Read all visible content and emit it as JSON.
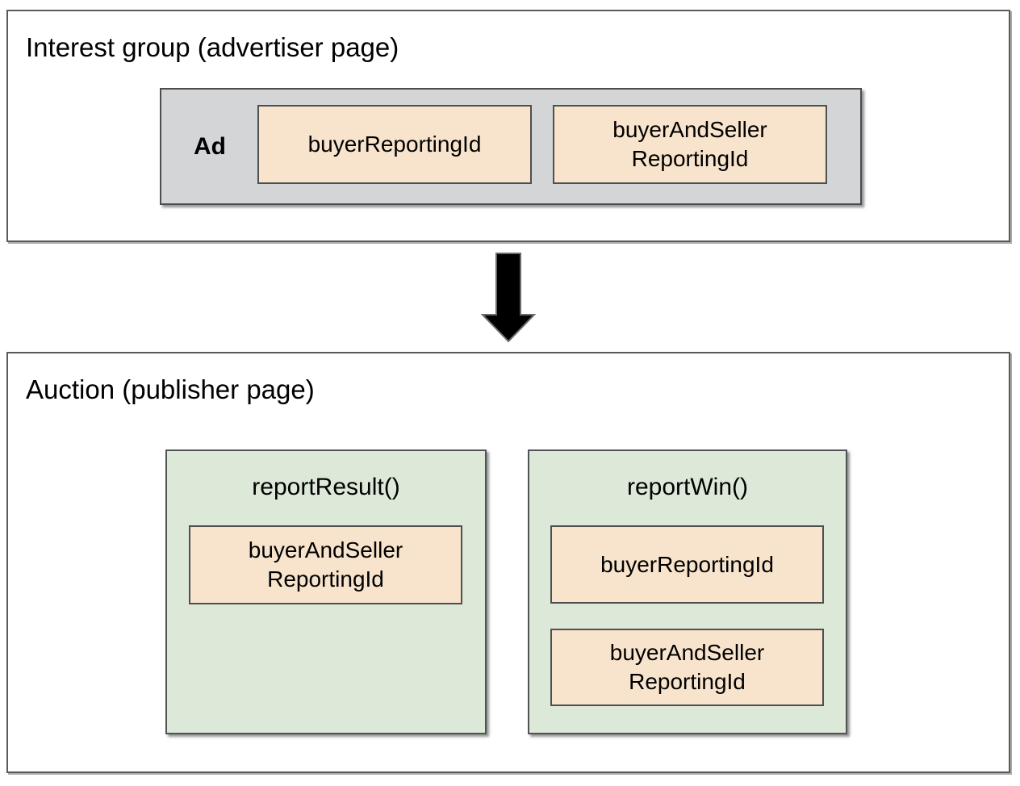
{
  "interest_group": {
    "title": "Interest group (advertiser page)",
    "ad_label": "Ad",
    "chips": [
      {
        "text": "buyerReportingId"
      },
      {
        "text": "buyerAndSeller\nReportingId"
      }
    ]
  },
  "arrow": {
    "icon": "down-arrow-icon",
    "fill": "#000000",
    "outline": "#6a6a6a"
  },
  "auction": {
    "title": "Auction (publisher page)",
    "functions": [
      {
        "name": "reportResult()",
        "chips": [
          {
            "text": "buyerAndSeller\nReportingId"
          }
        ]
      },
      {
        "name": "reportWin()",
        "chips": [
          {
            "text": "buyerReportingId"
          },
          {
            "text": "buyerAndSeller\nReportingId"
          }
        ]
      }
    ]
  },
  "colors": {
    "chip_fill": "#f8e4cc",
    "function_box_fill": "#dce8d8",
    "ad_box_fill": "#d4d5d6",
    "panel_border": "#595a5c",
    "inner_border": "#4f4f51",
    "text": "#000000",
    "background": "#ffffff"
  }
}
